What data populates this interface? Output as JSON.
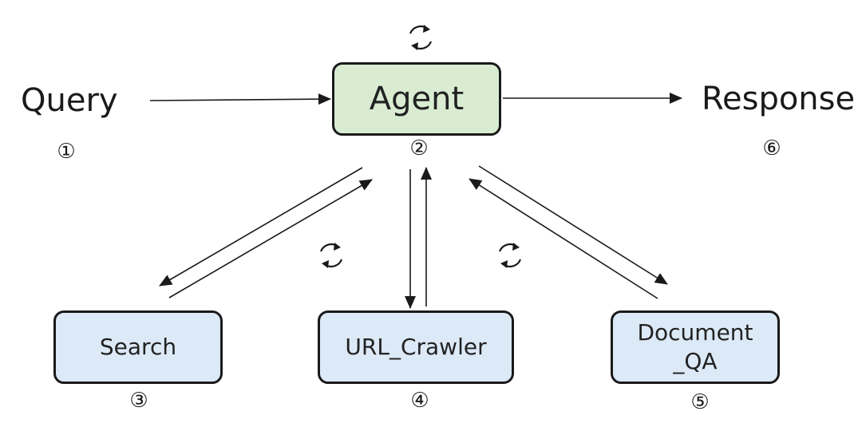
{
  "nodes": {
    "query": "Query",
    "agent": "Agent",
    "response": "Response",
    "search": "Search",
    "url_crawler": "URL_Crawler",
    "document_qa": "Document\n_QA"
  },
  "step_numbers": {
    "query": "①",
    "agent": "②",
    "search": "③",
    "url_crawler": "④",
    "document_qa": "⑤",
    "response": "⑥"
  },
  "icons": {
    "loop": "refresh-cycle-icon"
  },
  "colors": {
    "agent_fill": "#d9ecd2",
    "tool_fill": "#dce9f7",
    "stroke": "#1a1a1a"
  }
}
